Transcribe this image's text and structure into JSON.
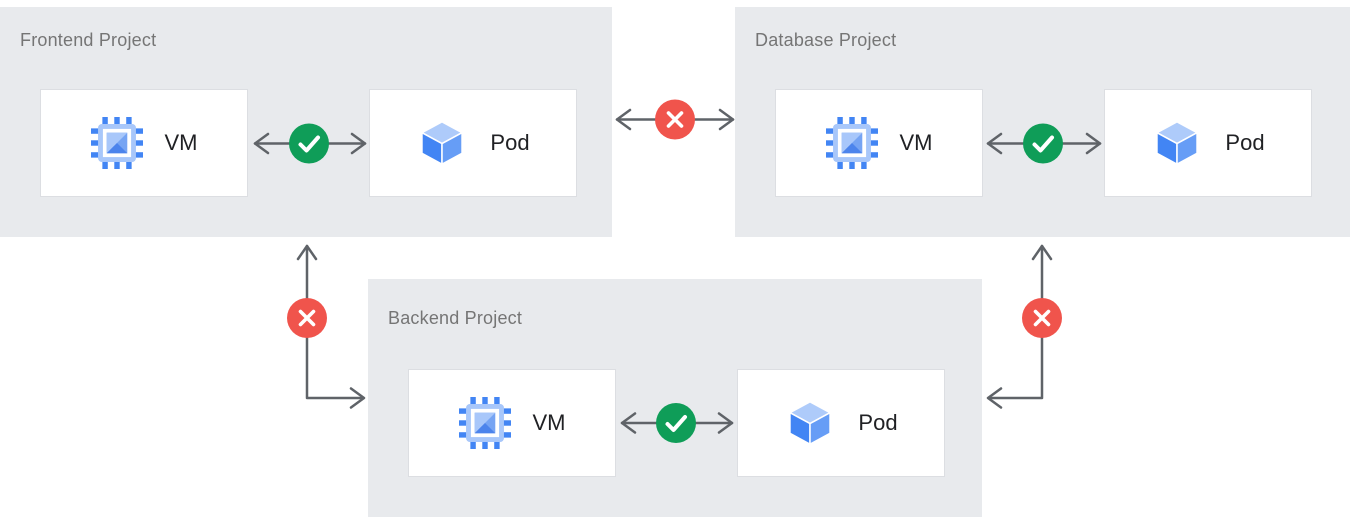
{
  "projects": [
    {
      "title": "Frontend Project",
      "nodes": [
        {
          "label": "VM",
          "icon": "vm-chip-icon"
        },
        {
          "label": "Pod",
          "icon": "pod-cube-icon"
        }
      ],
      "internal_connection": "allowed"
    },
    {
      "title": "Database Project",
      "nodes": [
        {
          "label": "VM",
          "icon": "vm-chip-icon"
        },
        {
          "label": "Pod",
          "icon": "pod-cube-icon"
        }
      ],
      "internal_connection": "allowed"
    },
    {
      "title": "Backend Project",
      "nodes": [
        {
          "label": "VM",
          "icon": "vm-chip-icon"
        },
        {
          "label": "Pod",
          "icon": "pod-cube-icon"
        }
      ],
      "internal_connection": "allowed"
    }
  ],
  "connections": [
    {
      "from": "Frontend Project VM",
      "to": "Frontend Project Pod",
      "status": "allowed",
      "icon": "check-icon",
      "style": "double-arrow"
    },
    {
      "from": "Database Project VM",
      "to": "Database Project Pod",
      "status": "allowed",
      "icon": "check-icon",
      "style": "double-arrow"
    },
    {
      "from": "Backend Project VM",
      "to": "Backend Project Pod",
      "status": "allowed",
      "icon": "check-icon",
      "style": "double-arrow"
    },
    {
      "from": "Frontend Project",
      "to": "Database Project",
      "status": "blocked",
      "icon": "cross-icon",
      "style": "double-arrow"
    },
    {
      "from": "Frontend Project",
      "to": "Backend Project",
      "status": "blocked",
      "icon": "cross-icon",
      "style": "elbow-double-arrow"
    },
    {
      "from": "Database Project",
      "to": "Backend Project",
      "status": "blocked",
      "icon": "cross-icon",
      "style": "elbow-double-arrow"
    }
  ],
  "colors": {
    "project_bg": "#E8EAED",
    "card_bg": "#FFFFFF",
    "card_border": "#DCDEE2",
    "title_text": "#757575",
    "label_text": "#202124",
    "arrow": "#5F6368",
    "status_allowed": "#0F9D58",
    "status_blocked": "#F0544C",
    "cube_top": "#AECBFA",
    "cube_left": "#4285F4",
    "cube_right": "#669DF6",
    "chip_pin": "#4285F4",
    "chip_frame": "#A8C7FA"
  }
}
